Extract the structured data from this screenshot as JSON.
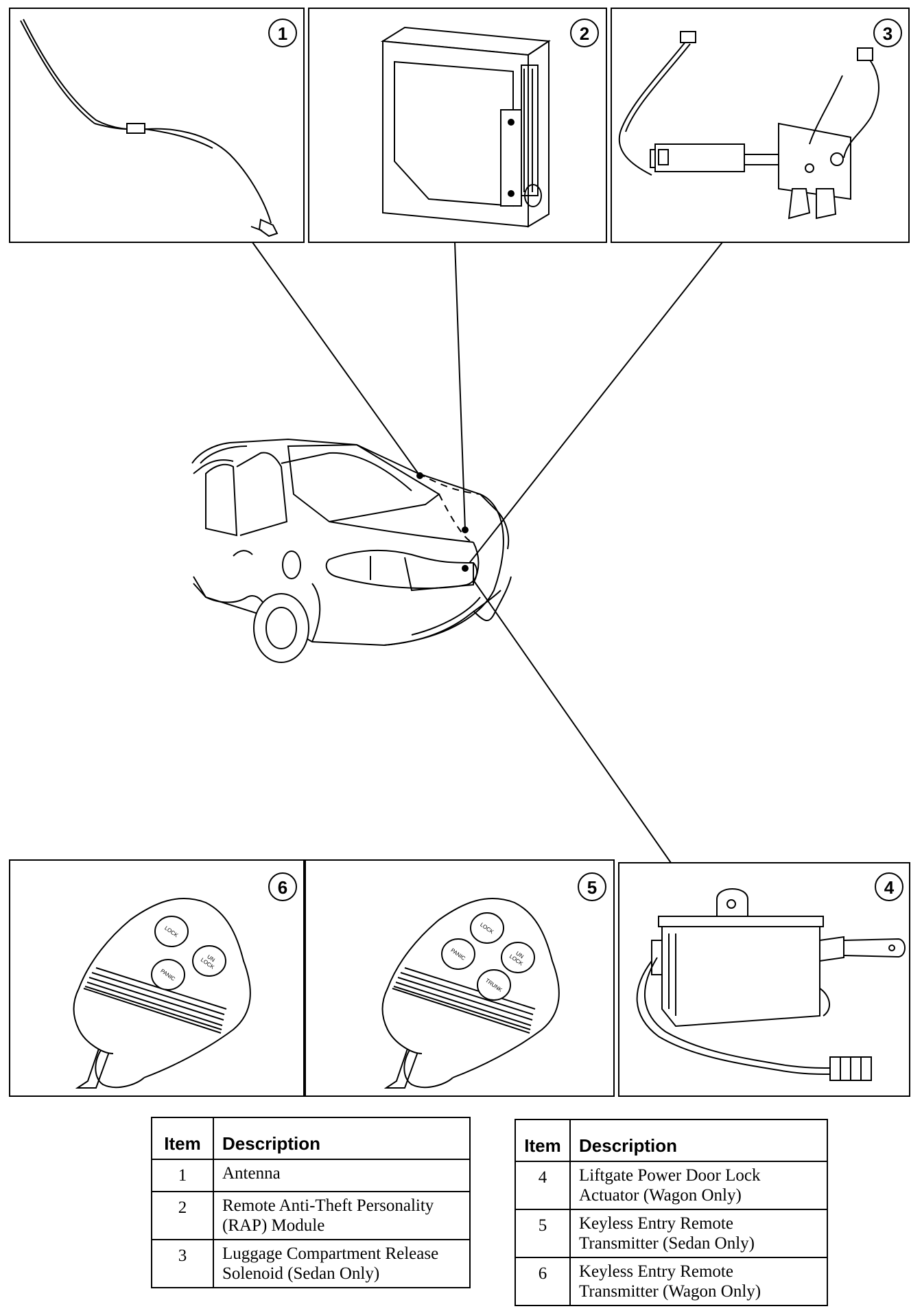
{
  "callouts": [
    "1",
    "2",
    "3",
    "4",
    "5",
    "6"
  ],
  "fob_6_buttons": {
    "lock": "LOCK",
    "panic": "PANIC",
    "unlock_l1": "UN",
    "unlock_l2": "LOCK"
  },
  "fob_5_buttons": {
    "lock": "LOCK",
    "panic": "PANIC",
    "unlock_l1": "UN",
    "unlock_l2": "LOCK",
    "trunk": "TRUNK"
  },
  "table_left": {
    "header_item": "Item",
    "header_desc": "Description",
    "rows": [
      {
        "item": "1",
        "desc_l1": "Antenna",
        "desc_l2": ""
      },
      {
        "item": "2",
        "desc_l1": "Remote Anti-Theft Personality",
        "desc_l2": "(RAP) Module"
      },
      {
        "item": "3",
        "desc_l1": "Luggage Compartment Release",
        "desc_l2": "Solenoid (Sedan Only)"
      }
    ]
  },
  "table_right": {
    "header_item": "Item",
    "header_desc": "Description",
    "rows": [
      {
        "item": "4",
        "desc_l1": "Liftgate Power Door Lock",
        "desc_l2": "Actuator (Wagon Only)"
      },
      {
        "item": "5",
        "desc_l1": "Keyless Entry Remote",
        "desc_l2": "Transmitter (Sedan Only)"
      },
      {
        "item": "6",
        "desc_l1": "Keyless Entry Remote",
        "desc_l2": "Transmitter (Wagon Only)"
      }
    ]
  }
}
